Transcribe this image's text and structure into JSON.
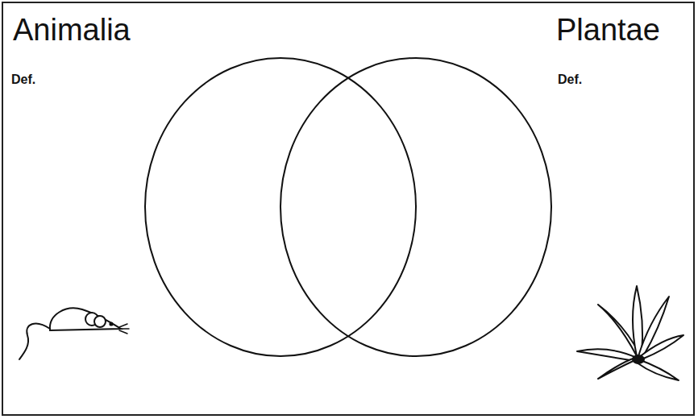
{
  "diagram": {
    "labels": [
      "Animalia",
      "Def.",
      "Plantae",
      "Def."
    ]
  }
}
